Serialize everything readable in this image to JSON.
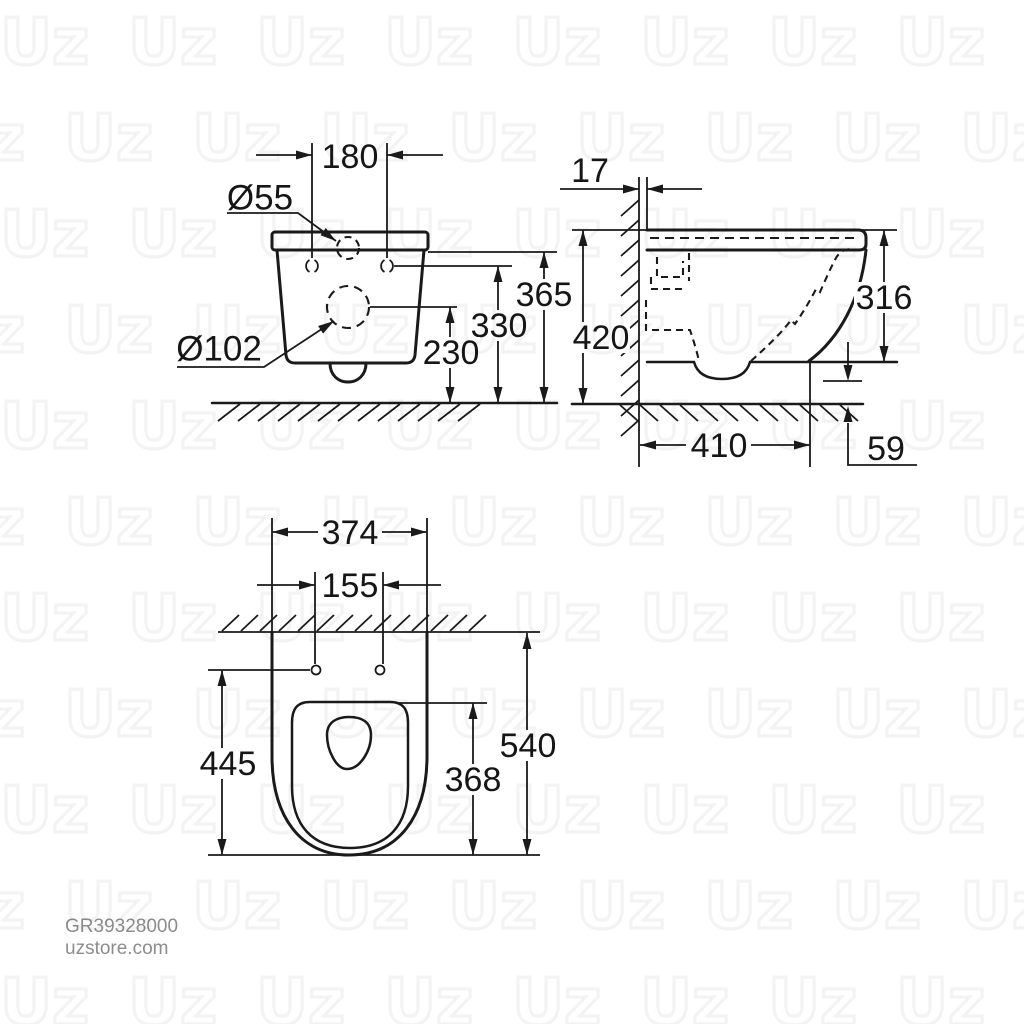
{
  "drawing": {
    "title": "wall-hung-toilet-technical-drawing",
    "line_color": "#1a1a1a",
    "front_view": {
      "dim_180": "180",
      "dim_d55": "Ø55",
      "dim_d102": "Ø102",
      "dim_365": "365",
      "dim_330": "330",
      "dim_230": "230"
    },
    "side_view": {
      "dim_17": "17",
      "dim_420": "420",
      "dim_316": "316",
      "dim_410": "410",
      "dim_59": "59"
    },
    "plan_view": {
      "dim_374": "374",
      "dim_155": "155",
      "dim_445": "445",
      "dim_368": "368",
      "dim_540": "540"
    }
  },
  "watermark": {
    "text": "Uz",
    "color": "#1a1a1a",
    "opacity": 0.05
  },
  "footer": {
    "product_code": "GR39328000",
    "website": "uzstore.com",
    "color": "#8c8c8c"
  }
}
